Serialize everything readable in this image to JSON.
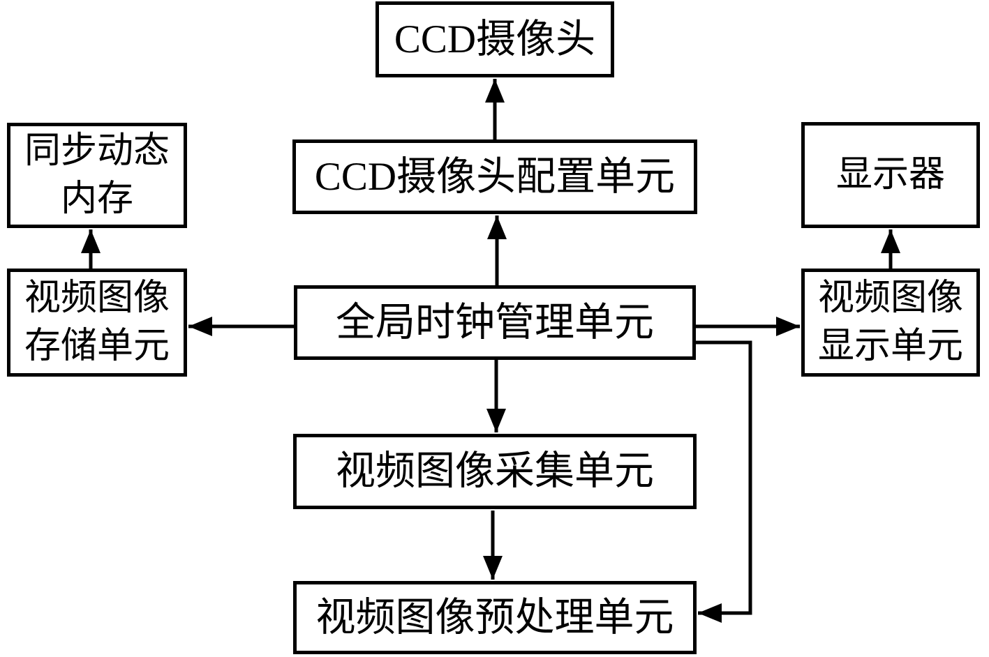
{
  "diagram": {
    "type": "block-diagram",
    "colors": {
      "background": "#ffffff",
      "box_border": "#000000",
      "text": "#000000",
      "line": "#000000"
    },
    "nodes": {
      "ccd_camera": {
        "label": "CCD摄像头"
      },
      "ccd_config_unit": {
        "label": "CCD摄像头配置单元"
      },
      "global_clock_unit": {
        "label": "全局时钟管理单元"
      },
      "sdram": {
        "label": "同步动态\n内存"
      },
      "video_storage_unit": {
        "label": "视频图像\n存储单元"
      },
      "display_device": {
        "label": "显示器"
      },
      "video_display_unit": {
        "label": "视频图像\n显示单元"
      },
      "video_capture_unit": {
        "label": "视频图像采集单元"
      },
      "video_preprocess_unit": {
        "label": "视频图像预处理单元"
      }
    },
    "edges": [
      {
        "from": "ccd_config_unit",
        "to": "ccd_camera",
        "shape": "straight-up"
      },
      {
        "from": "global_clock_unit",
        "to": "ccd_config_unit",
        "shape": "straight-up"
      },
      {
        "from": "global_clock_unit",
        "to": "video_storage_unit",
        "shape": "straight-left"
      },
      {
        "from": "global_clock_unit",
        "to": "video_display_unit",
        "shape": "straight-right"
      },
      {
        "from": "global_clock_unit",
        "to": "video_capture_unit",
        "shape": "straight-down"
      },
      {
        "from": "video_capture_unit",
        "to": "video_preprocess_unit",
        "shape": "straight-down"
      },
      {
        "from": "video_storage_unit",
        "to": "sdram",
        "shape": "straight-up"
      },
      {
        "from": "video_display_unit",
        "to": "display_device",
        "shape": "straight-up"
      },
      {
        "from": "global_clock_unit",
        "to": "video_preprocess_unit",
        "shape": "elbow-right-down-left"
      }
    ]
  }
}
